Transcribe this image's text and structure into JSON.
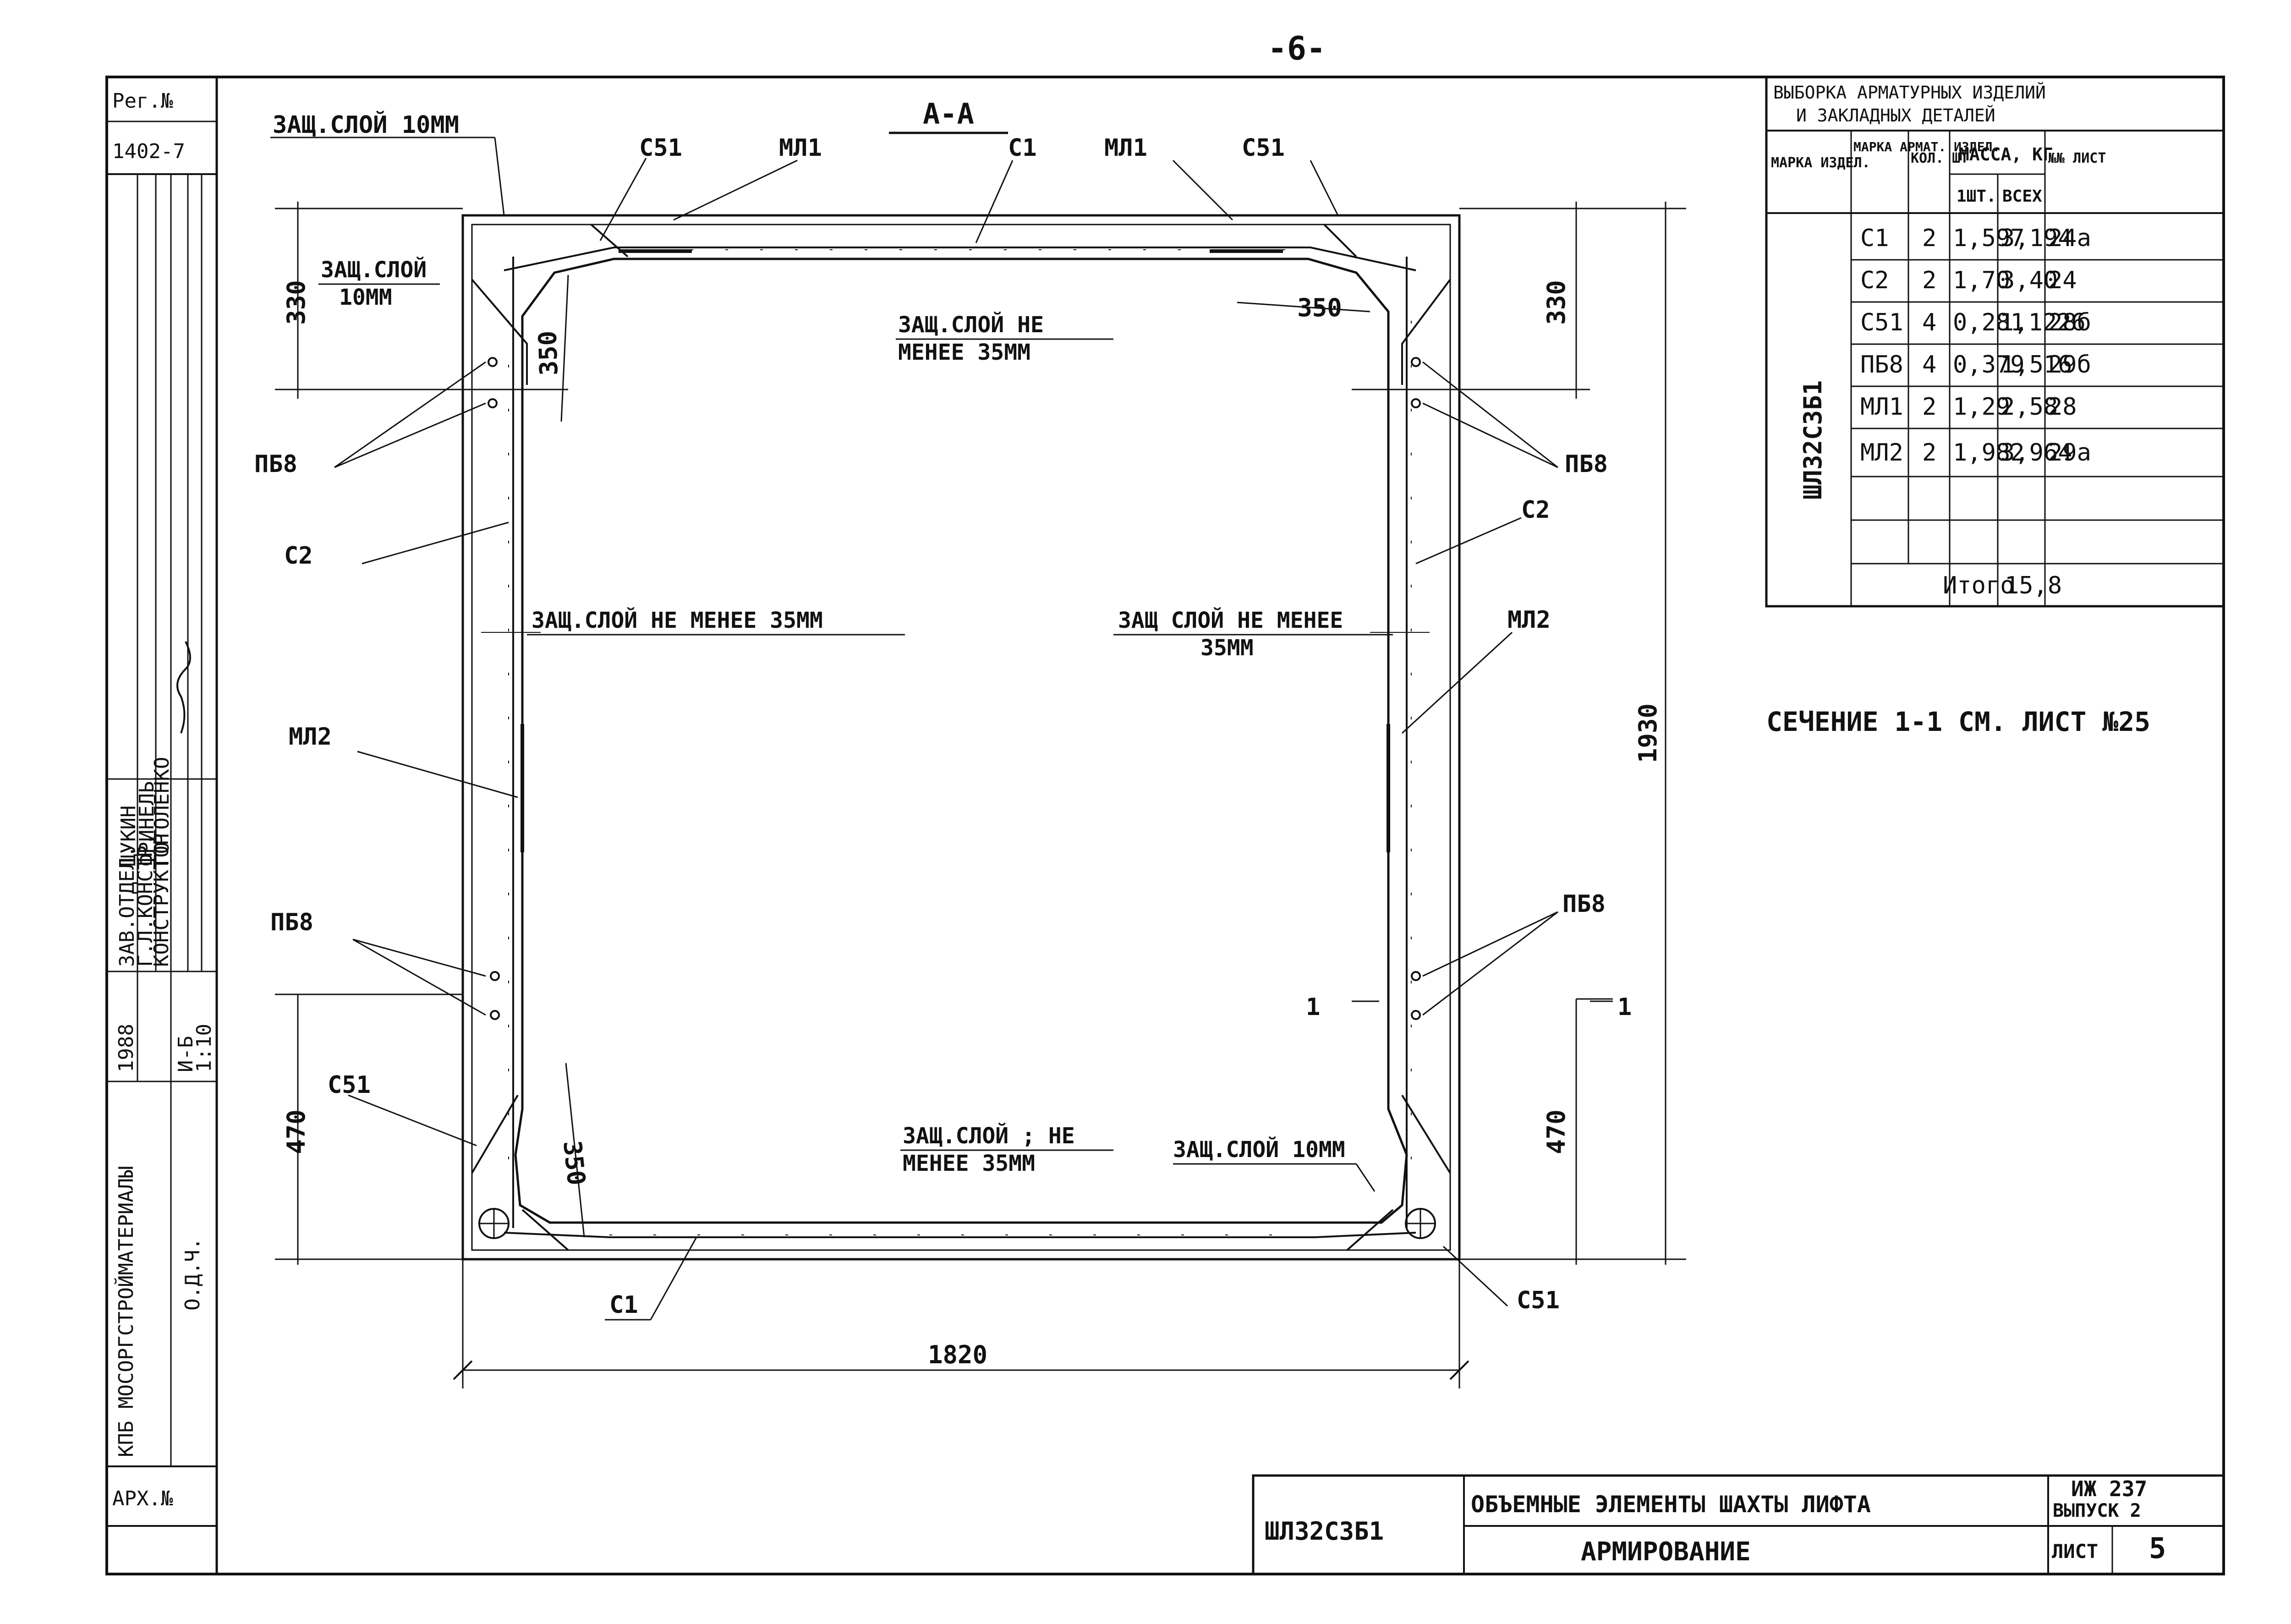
{
  "page_number": "-6-",
  "section_label": "А-А",
  "left_stamp": {
    "reg_label": "Рег.№",
    "reg_value": "1402-7",
    "arch_label": "АРХ.№",
    "org": "КПБ МОСОРГСТРОЙМАТЕРИАЛЫ",
    "year": "1988",
    "stage": "И-Б",
    "scale": "1:10",
    "sheet_code": "О.Д.Ч.",
    "people": [
      {
        "role": "ЗАВ.ОТДЕЛ.",
        "name": "ЩУКИН"
      },
      {
        "role": "Г.Л.КОНСТР.",
        "name": "ФРИНЕЛЬ"
      },
      {
        "role": "КОНСТРУКТОР",
        "name": "ГОТОЛЕНКО"
      }
    ]
  },
  "annotations": {
    "prot_top_left": "ЗАЩ.СЛОЙ 10ММ",
    "prot_left_a": "ЗАЩ.СЛОЙ",
    "prot_left_b": "10ММ",
    "prot_top_a": "ЗАЩ.СЛОЙ НЕ",
    "prot_top_b": "МЕНЕЕ 35ММ",
    "prot_mid_left": "ЗАЩ.СЛОЙ НЕ МЕНЕЕ 35ММ",
    "prot_mid_right_a": "ЗАЩ СЛОЙ НЕ МЕНЕЕ",
    "prot_mid_right_b": "35ММ",
    "prot_bot_a": "ЗАЩ.СЛОЙ ; НЕ",
    "prot_bot_b": "МЕНЕЕ 35ММ",
    "prot_bot_right": "ЗАЩ.СЛОЙ 10ММ",
    "section_ref": "СЕЧЕНИЕ 1-1 СМ. ЛИСТ №25"
  },
  "marks": {
    "c1": "С1",
    "c2": "С2",
    "c51": "С51",
    "pb8": "ПБ8",
    "ml1": "МЛ1",
    "ml2": "МЛ2",
    "cut1": "1"
  },
  "dimensions": {
    "width": "1820",
    "height": "1930",
    "top_left": "330",
    "top_right": "330",
    "bottom_left": "470",
    "bottom_right": "470",
    "diag_350": "350"
  },
  "spec_table": {
    "title_a": "ВЫБОРКА АРМАТУРНЫХ ИЗДЕЛИЙ",
    "title_b": "И ЗАКЛАДНЫХ ДЕТАЛЕЙ",
    "h_product": "МАРКА ИЗДЕЛ.",
    "h_rebar": "МАРКА АРМАТ. ИЗДЕЛ.",
    "h_qty": "КОЛ. ШТ",
    "h_mass": "МАССА, КГ",
    "h_mass_one": "1ШТ.",
    "h_mass_all": "ВСЕХ",
    "h_sheet": "№№ ЛИСТ",
    "product": "ШЛ32С3Б1",
    "rows": [
      {
        "mark": "С1",
        "qty": "2",
        "one": "1,597",
        "all": "3,194",
        "sheet": "24а"
      },
      {
        "mark": "С2",
        "qty": "2",
        "one": "1,70",
        "all": "3,40",
        "sheet": "24"
      },
      {
        "mark": "С51",
        "qty": "4",
        "one": "0,281",
        "all": "1,1226",
        "sheet": "28б"
      },
      {
        "mark": "ПБ8",
        "qty": "4",
        "one": "0,379",
        "all": "1,516",
        "sheet": "29б"
      },
      {
        "mark": "МЛ1",
        "qty": "2",
        "one": "1,29",
        "all": "2,58",
        "sheet": "28"
      },
      {
        "mark": "МЛ2",
        "qty": "2",
        "one": "1,982",
        "all": "3,964",
        "sheet": "29а"
      }
    ],
    "total_label": "Итого",
    "total_value": "15,8"
  },
  "title_block": {
    "code": "ШЛ32С3Б1",
    "name": "ОБЪЕМНЫЕ ЭЛЕМЕНТЫ ШАХТЫ ЛИФТА",
    "series": "ИЖ 237",
    "issue": "ВЫПУСК 2",
    "subtitle": "АРМИРОВАНИЕ",
    "sheet_label": "ЛИСТ",
    "sheet_no": "5"
  }
}
